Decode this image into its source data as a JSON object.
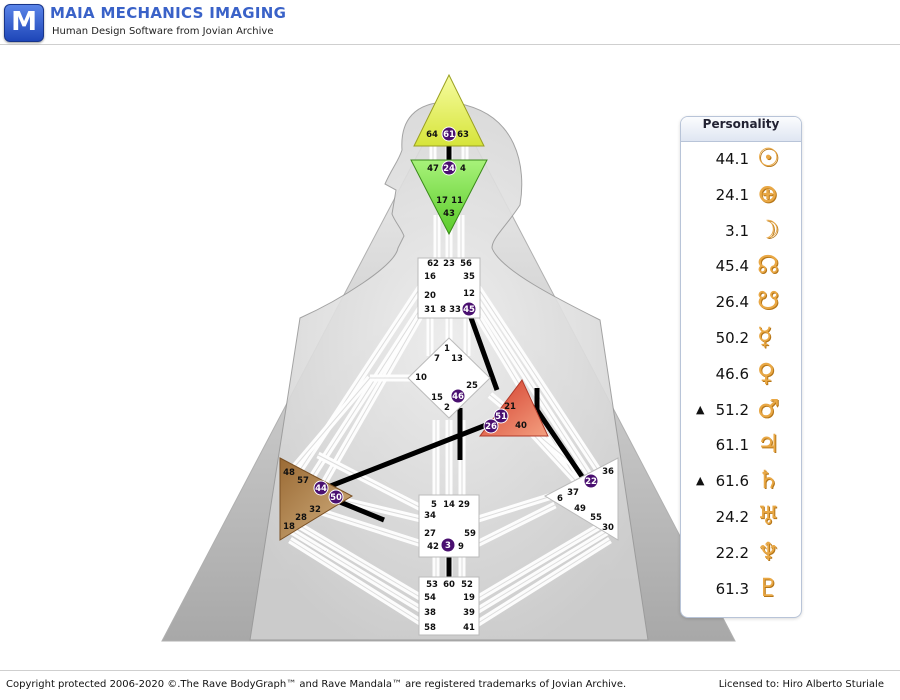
{
  "header": {
    "logo_letter": "M",
    "title": "MAIA MECHANICS IMAGING",
    "subtitle": "Human Design Software from Jovian Archive"
  },
  "bodygraph": {
    "centers": {
      "head": [
        "64",
        "61",
        "63"
      ],
      "ajna": [
        "47",
        "24",
        "4",
        "17",
        "11",
        "43"
      ],
      "throat": [
        "62",
        "23",
        "56",
        "16",
        "35",
        "20",
        "12",
        "31",
        "8",
        "33",
        "45"
      ],
      "g": [
        "1",
        "7",
        "13",
        "10",
        "25",
        "15",
        "46",
        "2"
      ],
      "ego": [
        "21",
        "51",
        "26",
        "40"
      ],
      "spleen": [
        "48",
        "57",
        "44",
        "50",
        "32",
        "28",
        "18"
      ],
      "sacral": [
        "5",
        "14",
        "29",
        "34",
        "27",
        "59",
        "42",
        "3",
        "9"
      ],
      "solar_plexus": [
        "36",
        "22",
        "37",
        "6",
        "49",
        "55",
        "30"
      ],
      "root": [
        "53",
        "60",
        "52",
        "54",
        "19",
        "38",
        "39",
        "58",
        "41"
      ]
    },
    "highlighted_gates": [
      "61",
      "24",
      "45",
      "46",
      "51",
      "26",
      "44",
      "50",
      "22",
      "3"
    ]
  },
  "personality_panel": {
    "title": "Personality",
    "rows": [
      {
        "value": "44.1",
        "marker": "",
        "planet": "sun-icon",
        "glyph": "☉"
      },
      {
        "value": "24.1",
        "marker": "",
        "planet": "earth-icon",
        "glyph": "⊕"
      },
      {
        "value": "3.1",
        "marker": "",
        "planet": "moon-icon",
        "glyph": "☽"
      },
      {
        "value": "45.4",
        "marker": "",
        "planet": "north-node-icon",
        "glyph": "☊"
      },
      {
        "value": "26.4",
        "marker": "",
        "planet": "south-node-icon",
        "glyph": "☋"
      },
      {
        "value": "50.2",
        "marker": "",
        "planet": "mercury-icon",
        "glyph": "☿"
      },
      {
        "value": "46.6",
        "marker": "",
        "planet": "venus-icon",
        "glyph": "♀"
      },
      {
        "value": "51.2",
        "marker": "▲",
        "planet": "mars-icon",
        "glyph": "♂"
      },
      {
        "value": "61.1",
        "marker": "",
        "planet": "jupiter-icon",
        "glyph": "♃"
      },
      {
        "value": "61.6",
        "marker": "▲",
        "planet": "saturn-icon",
        "glyph": "♄"
      },
      {
        "value": "24.2",
        "marker": "",
        "planet": "uranus-icon",
        "glyph": "♅"
      },
      {
        "value": "22.2",
        "marker": "",
        "planet": "neptune-icon",
        "glyph": "♆"
      },
      {
        "value": "61.3",
        "marker": "",
        "planet": "pluto-icon",
        "glyph": "♇"
      }
    ]
  },
  "colors": {
    "head": "#e8f25a",
    "ajna": "#7ee04a",
    "ego": "#e25a48",
    "spleen": "#a77e46",
    "defined_channel": "#000000",
    "gate_badge": "#4a1070",
    "planet_glyph": "#e9a845",
    "brand": "#3a62c8"
  },
  "footer": {
    "copyright": "Copyright protected 2006-2020 ©.The Rave BodyGraph™ and Rave Mandala™ are registered trademarks of Jovian Archive.",
    "licensed": "Licensed to: Hiro Alberto Sturiale"
  }
}
